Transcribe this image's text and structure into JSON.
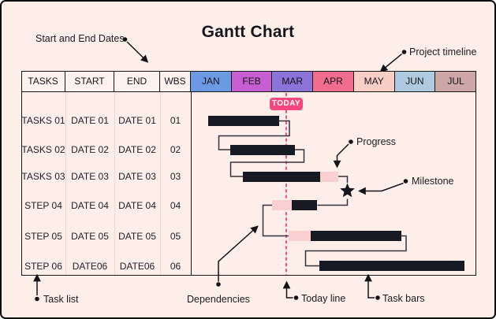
{
  "title": "Gantt Chart",
  "annotations": {
    "start_end_dates": "Start and End Dates",
    "project_timeline": "Project timeline",
    "progress": "Progress",
    "milestone": "Milestone",
    "task_list": "Task list",
    "dependencies": "Dependencies",
    "today_line": "Today line",
    "task_bars": "Task bars"
  },
  "table": {
    "headers": [
      "TASKS",
      "START",
      "END",
      "WBS"
    ],
    "rows": [
      {
        "task": "TASKS 01",
        "start": "DATE 01",
        "end": "DATE 01",
        "wbs": "01"
      },
      {
        "task": "TASKS 02",
        "start": "DATE 02",
        "end": "DATE 02",
        "wbs": "02"
      },
      {
        "task": "TASKS 03",
        "start": "DATE 03",
        "end": "DATE 03",
        "wbs": "03"
      },
      {
        "task": "STEP 04",
        "start": "DATE 04",
        "end": "DATE 04",
        "wbs": "04"
      },
      {
        "task": "STEP 05",
        "start": "DATE 05",
        "end": "DATE 05",
        "wbs": "05"
      },
      {
        "task": "STEP 06",
        "start": "DATE06",
        "end": "DATE06",
        "wbs": "06"
      }
    ]
  },
  "chart_data": {
    "type": "gantt",
    "months": [
      {
        "label": "JAN",
        "color": "#6c9ae2"
      },
      {
        "label": "FEB",
        "color": "#c75fd3"
      },
      {
        "label": "MAR",
        "color": "#8a74d8"
      },
      {
        "label": "APR",
        "color": "#f06d90"
      },
      {
        "label": "MAY",
        "color": "#f9cfc5"
      },
      {
        "label": "JUN",
        "color": "#afcade"
      },
      {
        "label": "JUL",
        "color": "#cda7a7"
      }
    ],
    "today_label": "TODAY",
    "today_position_months": 2.33,
    "bars": [
      {
        "row": 1,
        "task": "TASKS 01",
        "segments": [
          {
            "type": "complete",
            "start": 0.42,
            "end": 2.16
          }
        ]
      },
      {
        "row": 2,
        "task": "TASKS 02",
        "segments": [
          {
            "type": "complete",
            "start": 0.96,
            "end": 2.54
          }
        ]
      },
      {
        "row": 3,
        "task": "TASKS 03",
        "segments": [
          {
            "type": "complete",
            "start": 1.27,
            "end": 3.16
          },
          {
            "type": "progress",
            "start": 3.16,
            "end": 3.61
          }
        ]
      },
      {
        "row": 4,
        "task": "STEP 04",
        "segments": [
          {
            "type": "progress",
            "start": 1.98,
            "end": 2.47
          },
          {
            "type": "complete",
            "start": 2.47,
            "end": 3.09
          }
        ]
      },
      {
        "row": 5,
        "task": "STEP 05",
        "segments": [
          {
            "type": "progress",
            "start": 2.39,
            "end": 2.93
          },
          {
            "type": "complete",
            "start": 2.93,
            "end": 5.15
          }
        ]
      },
      {
        "row": 6,
        "task": "STEP 06",
        "segments": [
          {
            "type": "complete",
            "start": 3.14,
            "end": 6.7
          }
        ]
      }
    ],
    "milestone": {
      "position_months": 3.83,
      "between_rows": [
        3,
        4
      ]
    },
    "dependencies": [
      [
        "TASKS 01",
        "TASKS 02"
      ],
      [
        "TASKS 02",
        "TASKS 03"
      ],
      [
        "TASKS 03",
        "milestone"
      ],
      [
        "milestone",
        "STEP 04"
      ],
      [
        "STEP 04",
        "STEP 05"
      ],
      [
        "STEP 05",
        "STEP 06"
      ]
    ],
    "colors": {
      "background": "#fdeeea",
      "bar_complete": "#171a22",
      "bar_progress": "#f9d0cf",
      "today_badge": "#f4477e",
      "today_line": "#ee4077",
      "connector": "#33333b",
      "header_cell_bg": "#fdf2ee"
    },
    "legend_position": "around-chart-callouts",
    "grid": false
  }
}
